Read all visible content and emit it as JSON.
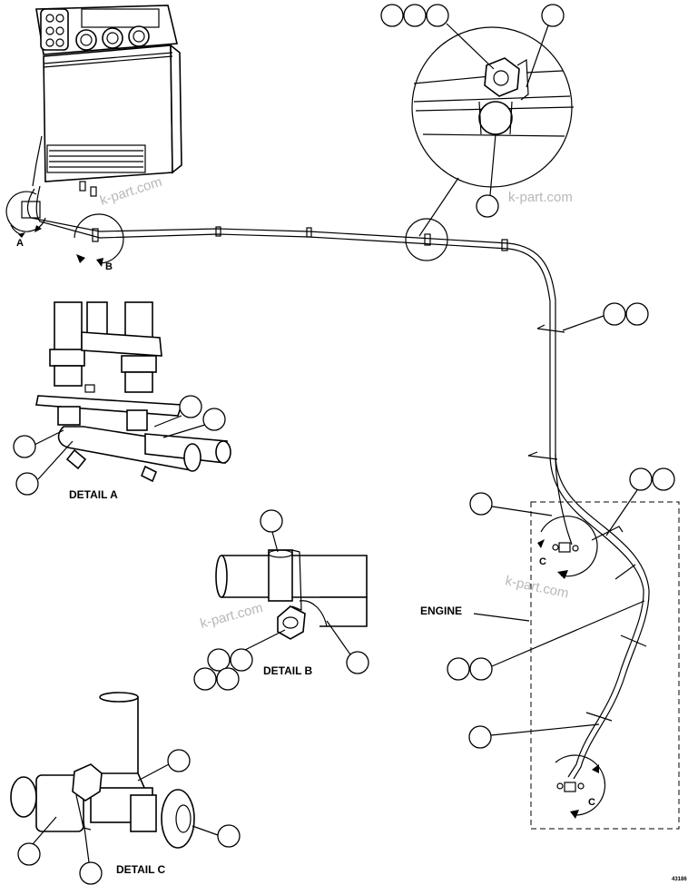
{
  "labels": {
    "detail_a": "DETAIL A",
    "detail_b": "DETAIL B",
    "detail_c": "DETAIL C",
    "engine": "ENGINE",
    "view_a": "A",
    "view_b": "B",
    "view_c_upper": "C",
    "view_c_lower": "C",
    "drawing_number": "43186"
  },
  "watermark": "k-part.com"
}
